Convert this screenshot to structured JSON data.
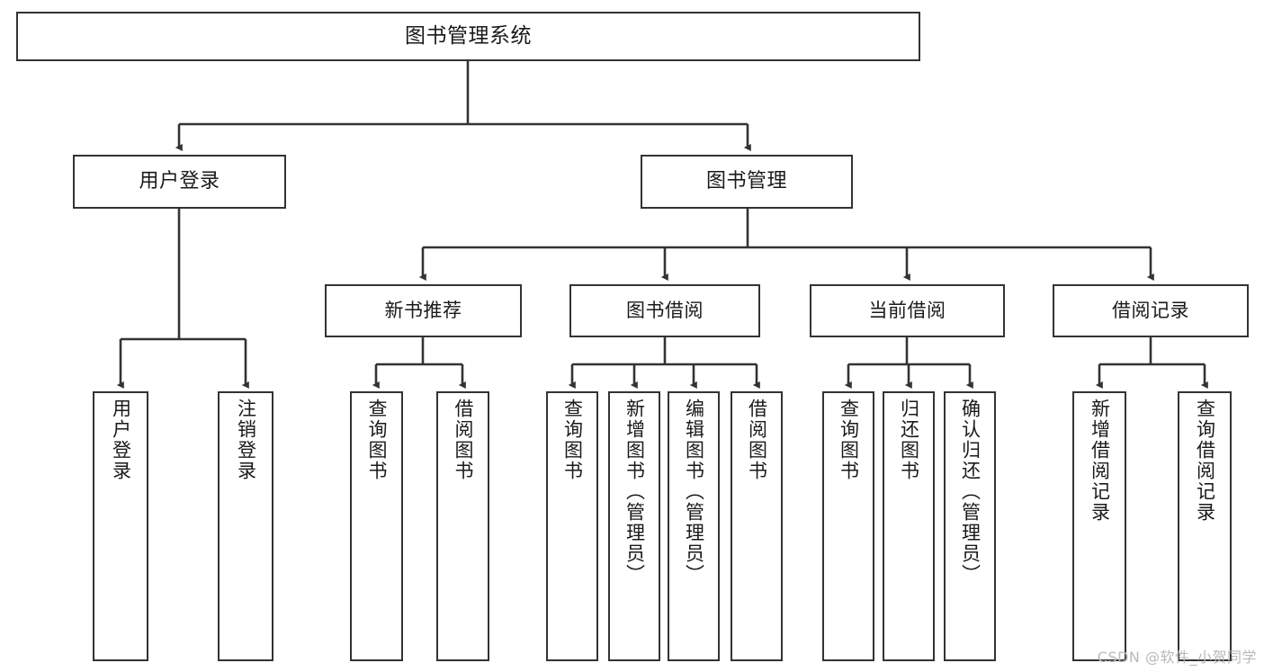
{
  "diagram": {
    "title": "图书管理系统",
    "watermark": "CSDN @软件_小贺同学",
    "colors": {
      "box_border": "#333333",
      "box_fill": "#ffffff",
      "connector": "#333333",
      "text": "#1a1a1a",
      "watermark": "#b9b9b9",
      "background": "#ffffff"
    },
    "root": {
      "label": "图书管理系统"
    },
    "level1": [
      {
        "label": "用户登录"
      },
      {
        "label": "图书管理"
      }
    ],
    "level2": [
      {
        "label": "新书推荐"
      },
      {
        "label": "图书借阅"
      },
      {
        "label": "当前借阅"
      },
      {
        "label": "借阅记录"
      }
    ],
    "leaves": {
      "user_login": [
        {
          "label": "用户登录"
        },
        {
          "label": "注销登录"
        }
      ],
      "new_book_recommend": [
        {
          "label": "查询图书"
        },
        {
          "label": "借阅图书"
        }
      ],
      "book_borrow": [
        {
          "label": "查询图书"
        },
        {
          "label": "新增图书（管理员）"
        },
        {
          "label": "编辑图书（管理员）"
        },
        {
          "label": "借阅图书"
        }
      ],
      "current_borrow": [
        {
          "label": "查询图书"
        },
        {
          "label": "归还图书"
        },
        {
          "label": "确认归还（管理员）"
        }
      ],
      "borrow_record": [
        {
          "label": "新增借阅记录"
        },
        {
          "label": "查询借阅记录"
        }
      ]
    }
  }
}
